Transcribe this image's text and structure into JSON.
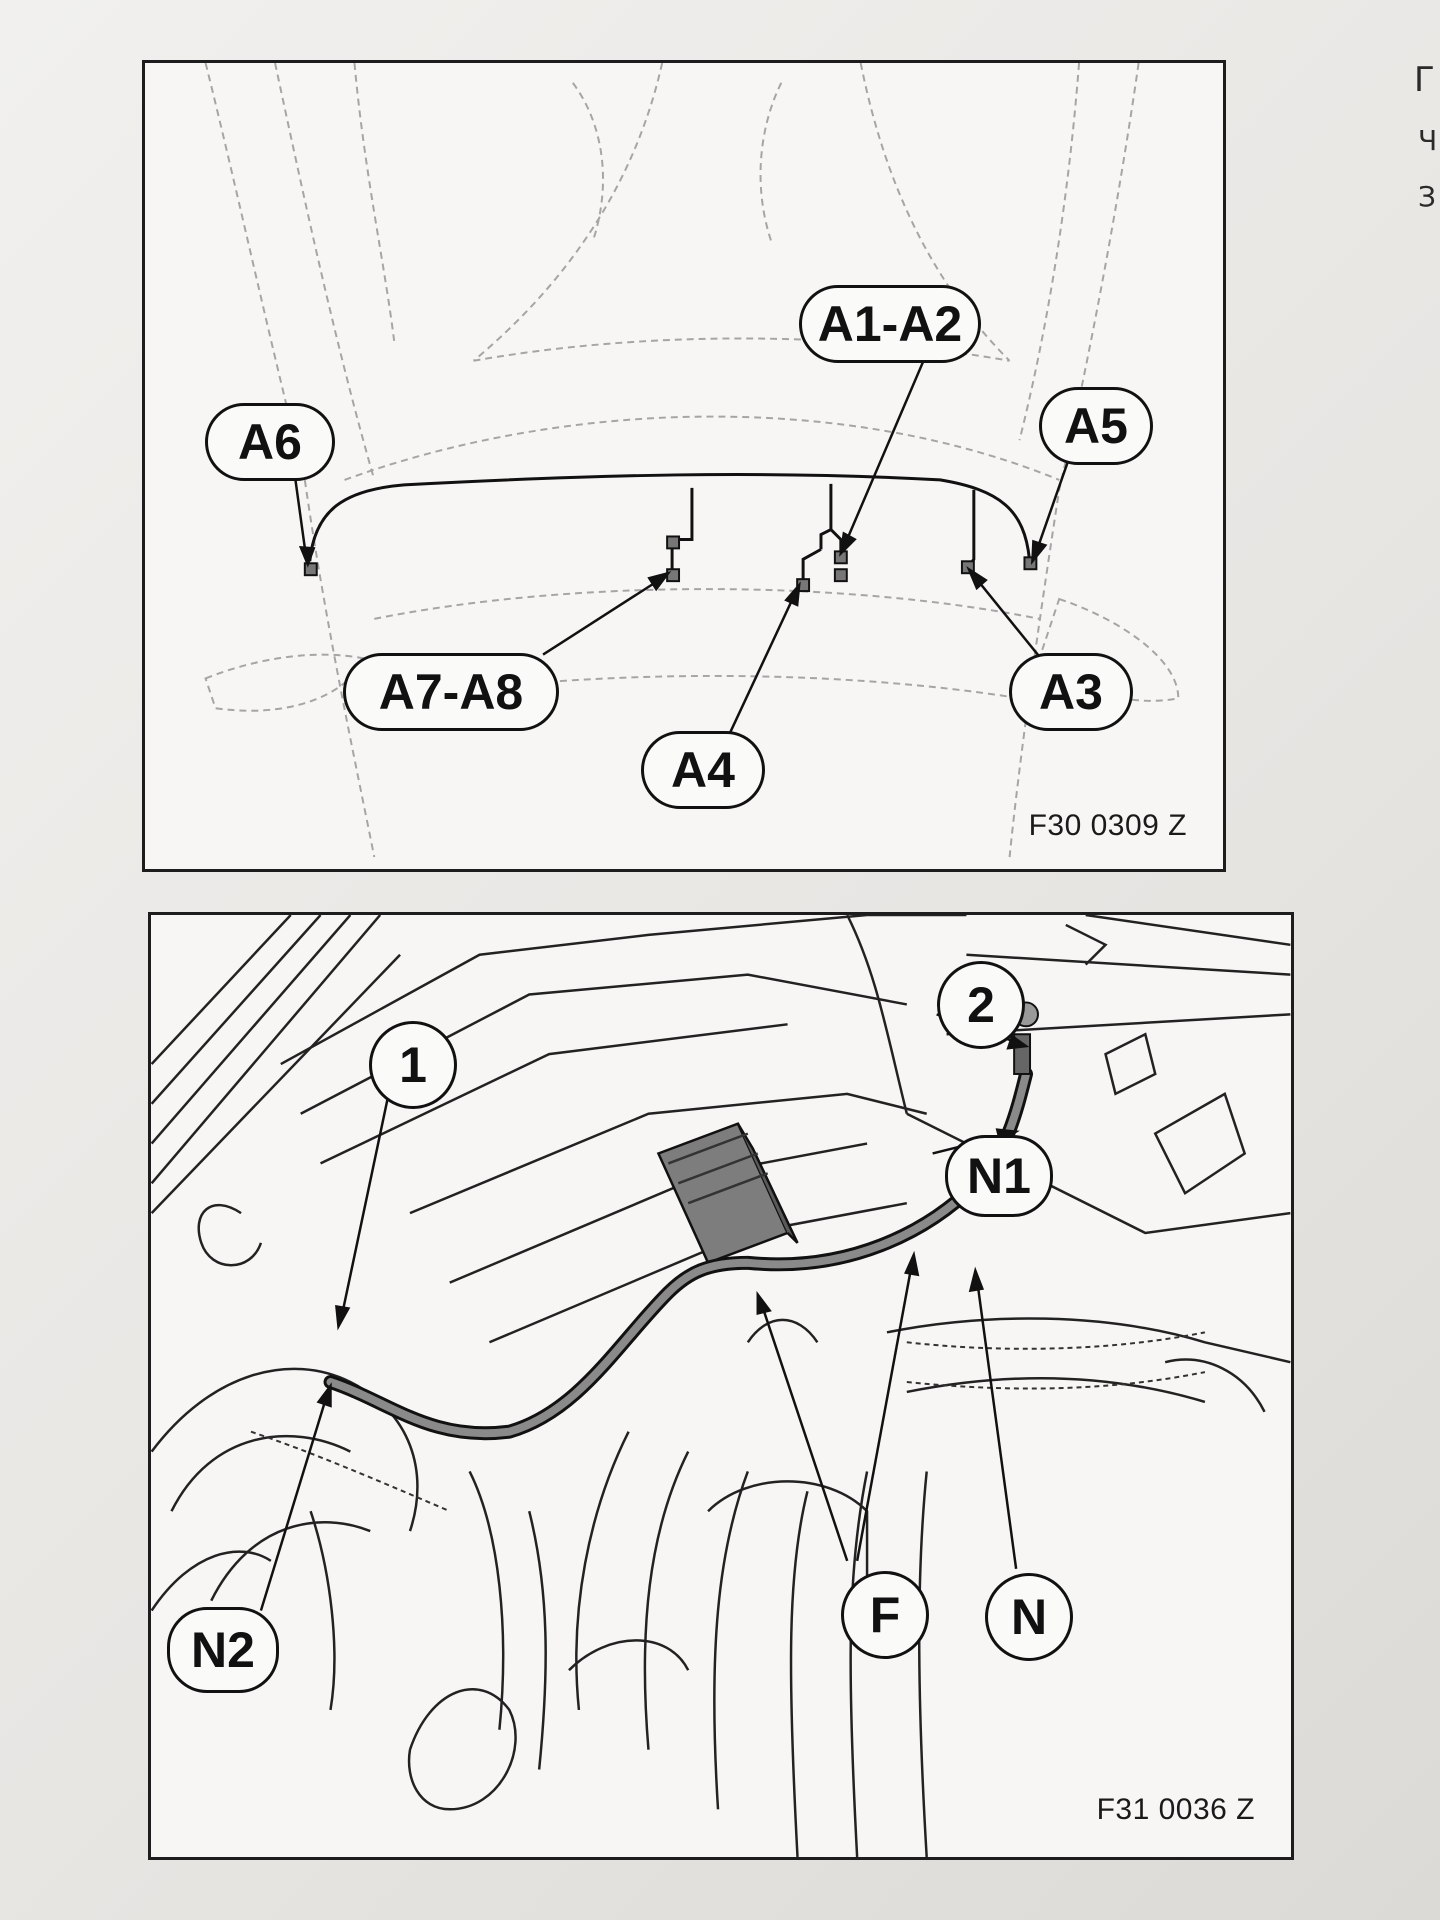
{
  "figure_top": {
    "id": "F30 0309 Z",
    "callouts": [
      "A1-A2",
      "A5",
      "A6",
      "A7-A8",
      "A4",
      "A3"
    ]
  },
  "figure_bottom": {
    "id": "F31 0036 Z",
    "callouts": [
      "1",
      "2",
      "N1",
      "N2",
      "F",
      "N"
    ]
  },
  "margin_fragments": [
    "Г",
    "Ч",
    "З"
  ],
  "colors": {
    "paper": "#efeeec",
    "ink": "#111111",
    "faint_line": "#9a9a9a"
  }
}
